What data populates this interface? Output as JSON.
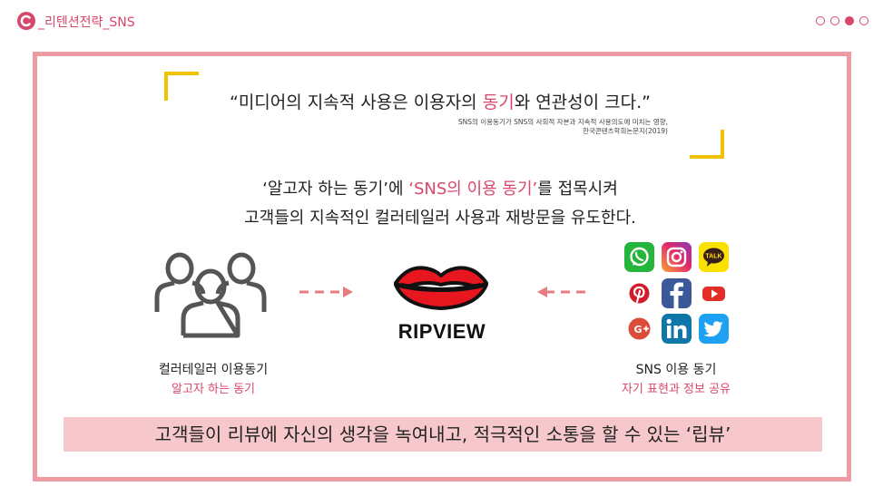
{
  "header": {
    "title": "_리텐션전략_SNS",
    "page_dots": [
      false,
      false,
      true,
      false
    ]
  },
  "quote": {
    "prefix": "“미디어의 지속적 사용은 이용자의 ",
    "highlight": "동기",
    "suffix": "와 연관성이 크다.”",
    "source_line1": "SNS의 이용동기가 SNS의 사회적 자본과 지속적 사용의도에 미치는 영향,",
    "source_line2": "한국콘텐츠학회논문지(2019)"
  },
  "subtitle": {
    "part1": "‘알고자 하는 동기’에 ",
    "highlight": "‘SNS의 이용 동기’",
    "part2": "를 접목시켜",
    "line2": "고객들의 지속적인 컬러테일러 사용과 재방문을 유도한다."
  },
  "left_group": {
    "icon": "people-group-icon",
    "title": "컬러테일러 이용동기",
    "subtitle": "알고자 하는 동기"
  },
  "center": {
    "icon": "lips-icon",
    "brand": "RIPVIEW"
  },
  "right_group": {
    "icons": [
      "whatsapp-icon",
      "instagram-icon",
      "kakaotalk-icon",
      "pinterest-icon",
      "facebook-icon",
      "youtube-icon",
      "google-plus-icon",
      "linkedin-icon",
      "twitter-icon"
    ],
    "kakao_label": "TALK",
    "title": "SNS 이용 동기",
    "subtitle": "자기 표현과 정보 공유"
  },
  "banner": {
    "text": "고객들이 리뷰에 자신의 생각을 녹여내고, 적극적인 소통을 할 수 있는 ‘립뷰’"
  },
  "colors": {
    "accent": "#d9466b",
    "frame": "#ef9ba3",
    "banner_bg": "#f6c8cb",
    "quote_marks": "#f2c200"
  }
}
